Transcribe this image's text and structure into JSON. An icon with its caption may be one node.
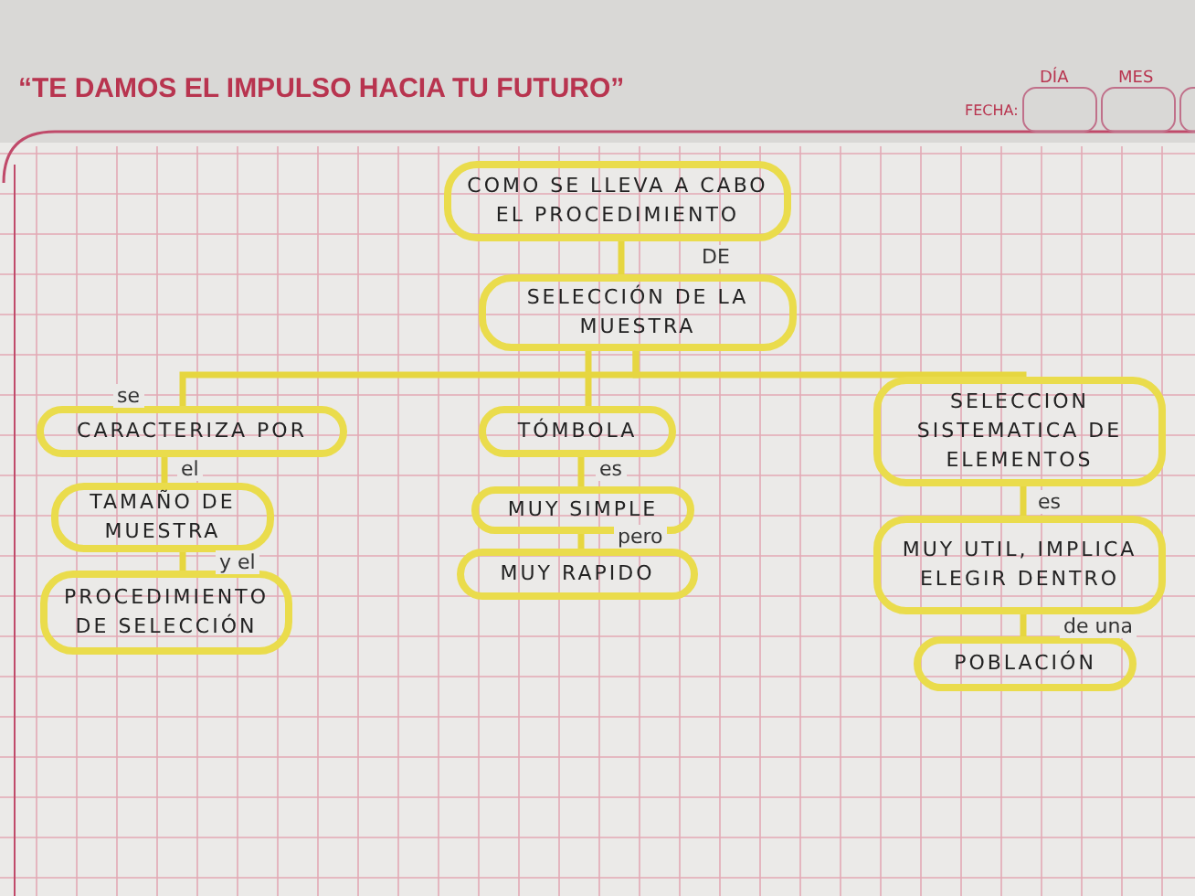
{
  "diagram": {
    "nodes": [
      {
        "text": [
          "COMO SE LLEVA A CABO EL PROCEDIMIENTO"
        ]
      },
      {
        "text": [
          "SELECCIÓN DE LA MUESTRA"
        ]
      },
      {
        "text": [
          "CARACTERIZA POR"
        ]
      },
      {
        "text": [
          "TAMAÑO DE MUESTRA"
        ]
      },
      {
        "text": [
          "PROCEDIMIENTO DE SELECCIÓN"
        ]
      },
      {
        "text": [
          "TÓMBOLA"
        ]
      },
      {
        "text": [
          "MUY SIMPLE"
        ]
      },
      {
        "text": [
          "MUY RAPIDO"
        ]
      },
      {
        "text": [
          "SELECCION SISTEMATICA DE ELEMENTOS"
        ]
      },
      {
        "text": [
          "MUY UTIL, IMPLICA ELEGIR DENTRO"
        ]
      },
      {
        "text": [
          "POBLACIÓN"
        ]
      }
    ],
    "edges": [
      {
        "from": 0,
        "to": 1,
        "arrow": "none",
        "label": "DE"
      },
      {
        "from": 1,
        "to": 2,
        "arrow": "none",
        "label": "se"
      },
      {
        "from": 1,
        "to": 5,
        "arrow": "none"
      },
      {
        "from": 1,
        "to": 8,
        "arrow": "none"
      },
      {
        "from": 2,
        "to": 3,
        "arrow": "none",
        "label": "el"
      },
      {
        "from": 3,
        "to": 4,
        "arrow": "none",
        "label": "y el"
      },
      {
        "from": 5,
        "to": 6,
        "arrow": "none",
        "label": "es"
      },
      {
        "from": 6,
        "to": 7,
        "arrow": "none",
        "label": "pero"
      },
      {
        "from": 8,
        "to": 9,
        "arrow": "none",
        "label": "es"
      },
      {
        "from": 9,
        "to": 10,
        "arrow": "none",
        "label": "de una"
      }
    ],
    "labels": [
      "“TE DAMOS EL IMPULSO HACIA TU FUTURO”",
      "DÍA",
      "MES",
      "FECHA:"
    ]
  }
}
